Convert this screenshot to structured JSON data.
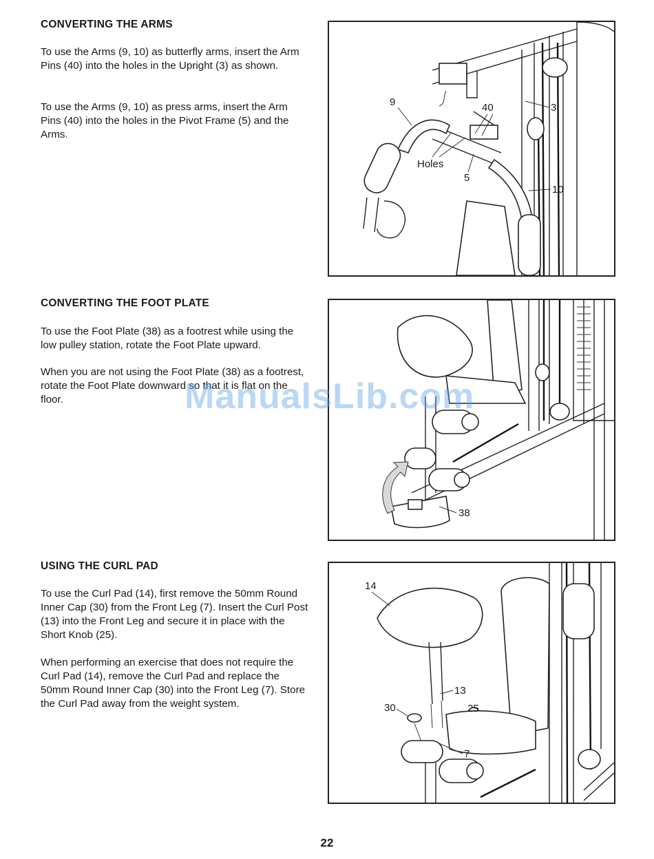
{
  "sections": [
    {
      "heading": "CONVERTING THE ARMS",
      "paragraphs": [
        "To use the Arms (9, 10) as butterfly arms, insert the Arm Pins (40) into the holes in the Upright (3) as shown.",
        "To use the Arms (9, 10) as press arms, insert the Arm Pins (40) into the holes in the Pivot Frame (5) and the Arms."
      ],
      "figure_callouts": [
        "9",
        "40",
        "3",
        "Holes",
        "5",
        "10"
      ]
    },
    {
      "heading": "CONVERTING THE FOOT PLATE",
      "paragraphs": [
        "To use the Foot Plate (38) as a footrest while using the low pulley station, rotate the Foot Plate upward.",
        "When you are not using the Foot Plate (38) as a footrest, rotate the Foot Plate downward so that it is flat on the floor."
      ],
      "figure_callouts": [
        "38"
      ]
    },
    {
      "heading": "USING THE CURL PAD",
      "paragraphs": [
        "To use the Curl Pad (14), first remove the 50mm Round Inner Cap (30) from the Front Leg (7). Insert the Curl Post (13) into the Front Leg and secure it in place with the Short Knob (25).",
        "When performing an exercise that does not require the Curl Pad (14), remove the Curl Pad and replace the 50mm Round Inner Cap (30) into the Front Leg (7). Store the Curl Pad away from the weight system."
      ],
      "figure_callouts": [
        "14",
        "13",
        "30",
        "25",
        "7"
      ]
    }
  ],
  "page_number": "22",
  "watermark": "ManualsLib.com"
}
